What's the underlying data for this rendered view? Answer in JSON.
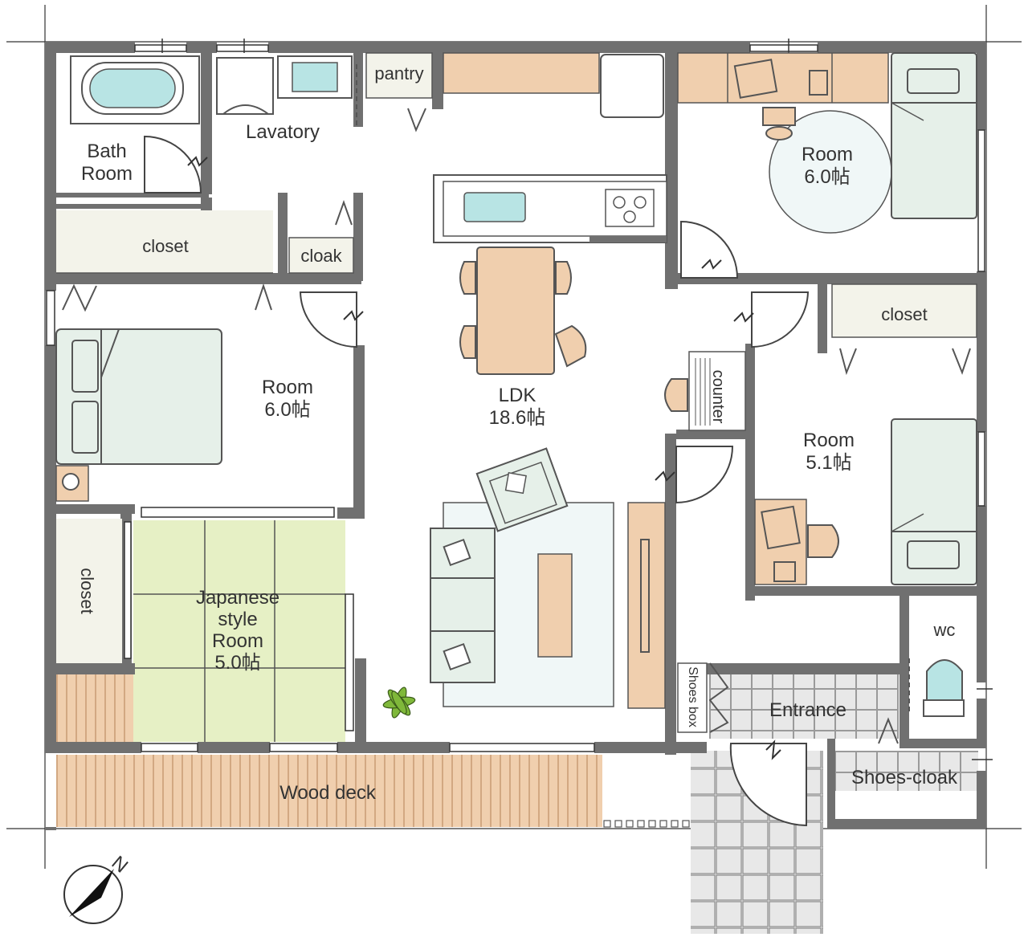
{
  "labels": {
    "bath_room": [
      "Bath",
      "Room"
    ],
    "lavatory": "Lavatory",
    "pantry": "pantry",
    "closet_top_left": "closet",
    "cloak": "cloak",
    "room_left": [
      "Room",
      "6.0帖"
    ],
    "closet_left": "closet",
    "japanese_room": [
      "Japanese",
      "style",
      "Room",
      "5.0帖"
    ],
    "wood_deck": "Wood deck",
    "ldk": [
      "LDK",
      "18.6帖"
    ],
    "room_top_right": [
      "Room",
      "6.0帖"
    ],
    "closet_right": "closet",
    "counter": "counter",
    "room_right": [
      "Room",
      "5.1帖"
    ],
    "wc": "wc",
    "shoes_box": "Shoes box",
    "entrance": "Entrance",
    "shoes_cloak": "Shoes-cloak",
    "compass": "N"
  },
  "colors": {
    "wall": "#707070",
    "wood": "#f0cfae",
    "bed": "#e6f0e9",
    "tatami": "#e6f0c5",
    "closet_fill": "#f3f3ea",
    "fixture": "#b8e4e4",
    "rug": "#f0f7f7",
    "sofa": "#e6f0e9",
    "tile": "#e8e8e8",
    "deck": "#f0cfae"
  }
}
